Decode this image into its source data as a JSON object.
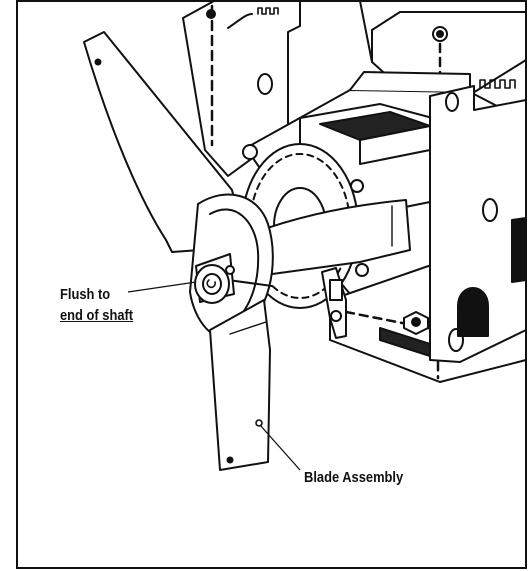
{
  "callouts": {
    "flush_line1": "Flush to",
    "flush_line2": "end of shaft",
    "blade_assembly": "Blade Assembly"
  }
}
